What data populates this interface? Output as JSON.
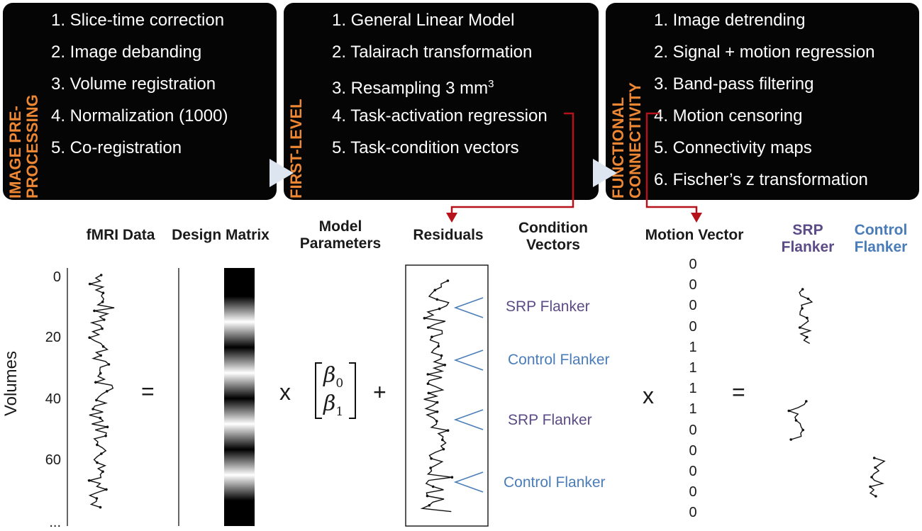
{
  "colors": {
    "orange": "#ee8733",
    "purple": "#5b4b86",
    "blue": "#4a7cb8",
    "red": "#b5121b",
    "panel": "#050505"
  },
  "panels": [
    {
      "title": "Image Pre-Processing",
      "steps": [
        "1. Slice-time correction",
        "2. Image debanding",
        "3. Volume registration",
        "4. Normalization (1000)",
        "5. Co-registration"
      ]
    },
    {
      "title": "First-Level",
      "steps": [
        "1. General Linear Model",
        "2. Talairach transformation",
        "3. Resampling 3 mm",
        "4. Task-activation regression",
        "5. Task-condition vectors"
      ],
      "superscript": "3"
    },
    {
      "title": "Functional Connectivity",
      "steps": [
        "1. Image detrending",
        "2. Signal + motion regression",
        "3. Band-pass filtering",
        "4. Motion censoring",
        "5. Connectivity maps",
        "6. Fischer’s z transformation"
      ]
    }
  ],
  "labels": {
    "fmri": "fMRI Data",
    "design": "Design Matrix",
    "model_1": "Model",
    "model_2": "Parameters",
    "residuals": "Residuals",
    "condition_1": "Condition",
    "condition_2": "Vectors",
    "motion": "Motion Vector",
    "srp_1": "SRP",
    "srp_2": "Flanker",
    "control_1": "Control",
    "control_2": "Flanker"
  },
  "axis": {
    "ylabel": "Volumes",
    "ticks": [
      "0",
      "20",
      "40",
      "60",
      "..."
    ]
  },
  "operators": {
    "eq1": "=",
    "times1": "x",
    "plus": "+",
    "times2": "x",
    "eq2": "="
  },
  "beta": {
    "b0": "β",
    "sub0": "0",
    "b1": "β",
    "sub1": "1"
  },
  "conditions": [
    "SRP Flanker",
    "Control Flanker",
    "SRP Flanker",
    "Control Flanker"
  ],
  "motion_vector": [
    "0",
    "0",
    "0",
    "0",
    "1",
    "1",
    "1",
    "1",
    "0",
    "0",
    "0",
    "0",
    "0"
  ]
}
